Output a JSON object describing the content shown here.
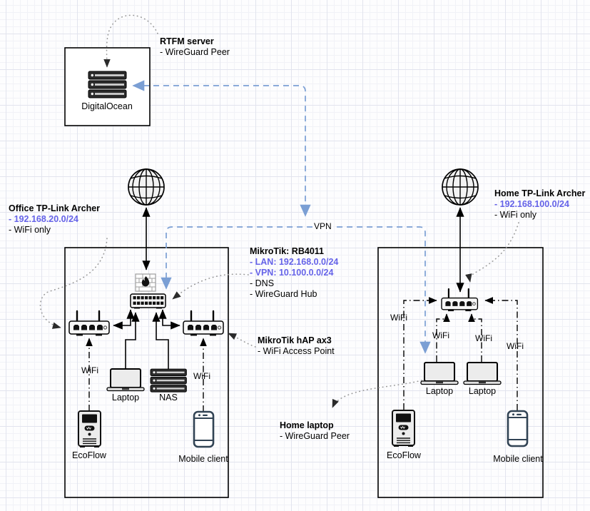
{
  "colors": {
    "annotation_blue_text": "#6563e8",
    "vpn_line_blue": "#7b9fd4",
    "dotted_annotation_gray": "#999999",
    "phone_outline": "#314354"
  },
  "icons": {
    "globe": "internet-globe-icon",
    "firewall": "firewall-icon",
    "switch": "ethernet-switch-icon",
    "router": "wifi-router-icon",
    "server_stack": "rack-server-icon",
    "laptop": "laptop-icon",
    "ecoflow": "power-station-icon",
    "phone": "smartphone-icon"
  },
  "annotations": {
    "rtfm_server": {
      "title": "RTFM server",
      "line1": "- WireGuard Peer"
    },
    "office_archer": {
      "title": "Office TP-Link Archer",
      "subnet": "- 192.168.20.0/24",
      "line2": "- WiFi only"
    },
    "rb4011": {
      "title": "MikroTik: RB4011",
      "lan": "- LAN: 192.168.0.0/24",
      "vpn": "- VPN: 10.100.0.0/24",
      "dns": "- DNS",
      "hub": "- WireGuard Hub"
    },
    "hap_ax3": {
      "title": "MikroTik hAP ax3",
      "line1": "- WiFi Access Point"
    },
    "home_archer": {
      "title": "Home TP-Link Archer",
      "subnet": "- 192.168.100.0/24",
      "line2": "- WiFi only"
    },
    "home_laptop": {
      "title": "Home laptop",
      "line1": "- WireGuard Peer"
    }
  },
  "nodes": {
    "digitalocean": "DigitalOcean",
    "office_laptop": "Laptop",
    "office_nas": "NAS",
    "office_ecoflow": "EcoFlow",
    "office_mobile": "Mobile client",
    "home_laptop_left": "Laptop",
    "home_laptop_right": "Laptop",
    "home_ecoflow": "EcoFlow",
    "home_mobile": "Mobile client"
  },
  "edge_labels": {
    "vpn": "VPN",
    "wifi": "WiFi"
  }
}
